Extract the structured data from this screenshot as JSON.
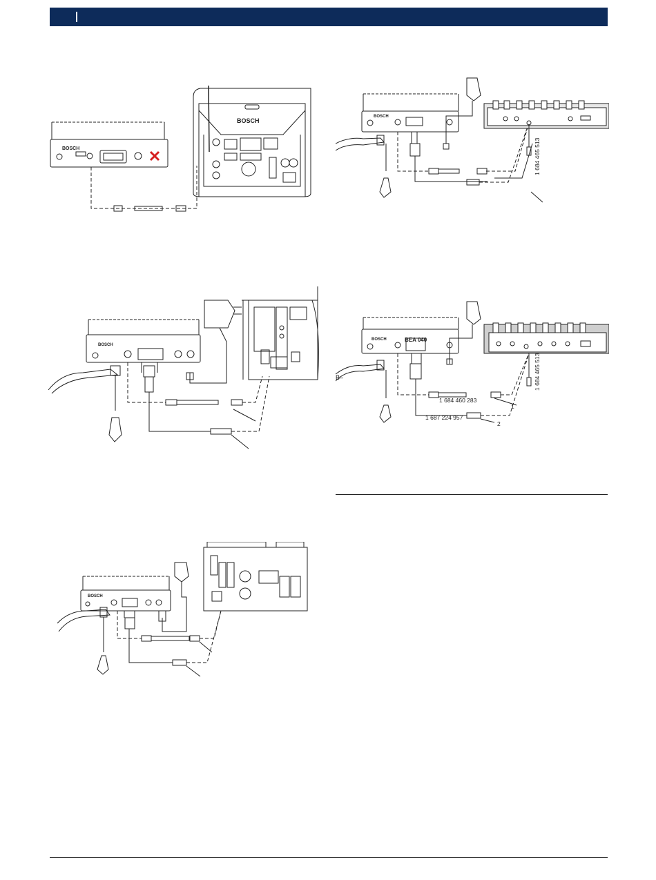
{
  "header": {
    "color": "#0d2b5a"
  },
  "figures": {
    "fig1": {
      "device_brand": "BOSCH",
      "station_brand": "BOSCH"
    },
    "fig2": {
      "device_brand": "BOSCH",
      "part_number_vertical": "1 684 465 513"
    },
    "fig3": {
      "device_brand": "BOSCH"
    },
    "fig4": {
      "device_brand": "BOSCH",
      "device_model": "BEA 040",
      "part_number_vertical": "1 684 465 513",
      "cable_1_number": "1 684 460 283",
      "cable_2_number": "1 687 224 957",
      "callout_1": "1",
      "callout_2": "2",
      "clamp_label": "B–"
    },
    "fig5": {
      "device_brand": "BOSCH"
    }
  }
}
